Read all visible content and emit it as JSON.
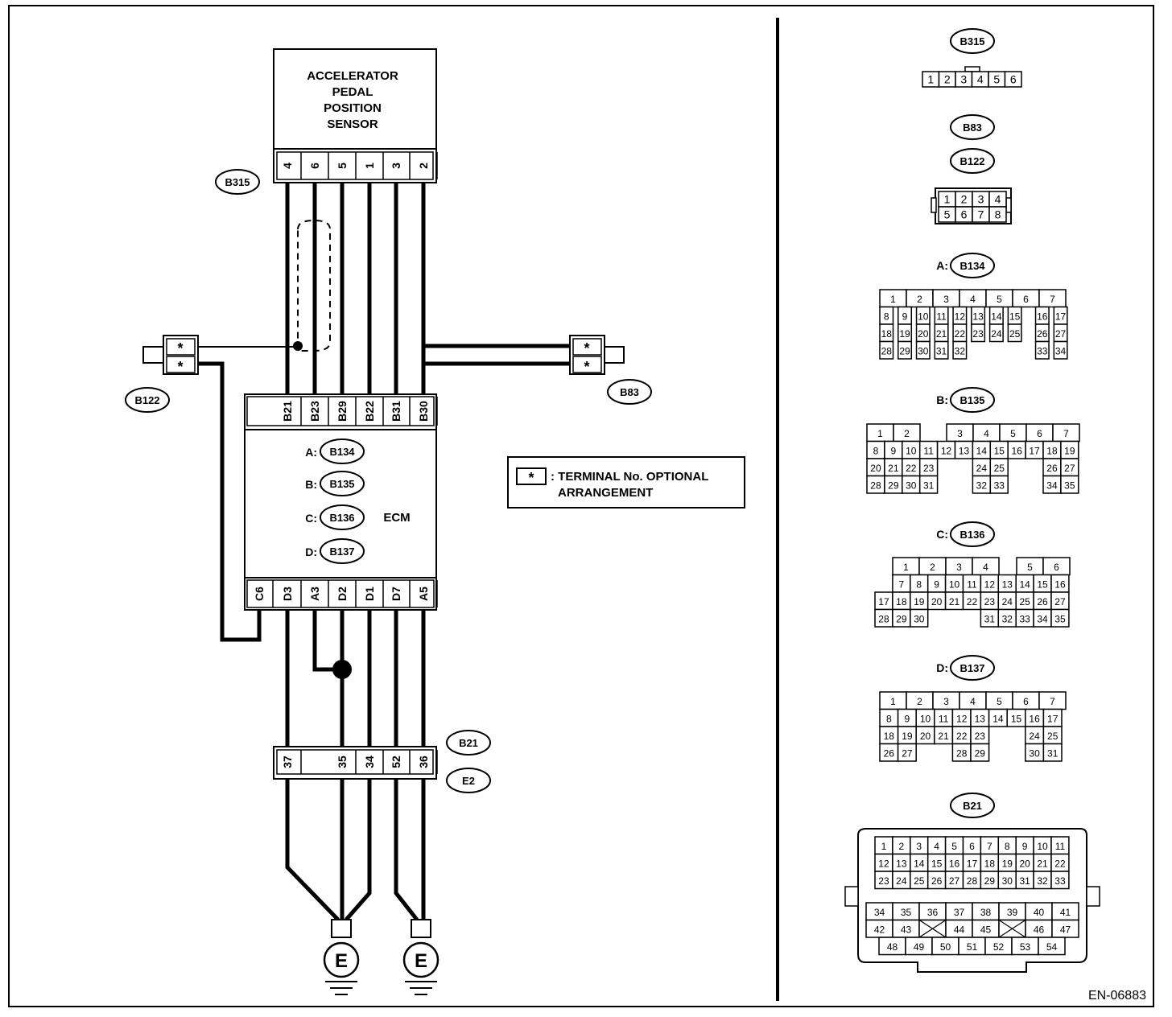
{
  "sensor": {
    "lines": [
      "ACCELERATOR",
      "PEDAL",
      "POSITION",
      "SENSOR"
    ],
    "pins": [
      "4",
      "6",
      "5",
      "1",
      "3",
      "2"
    ]
  },
  "connectors": {
    "b315": "B315",
    "b122": "B122",
    "b83": "B83",
    "b21": "B21",
    "e2": "E2"
  },
  "optional_symbol": "*",
  "ecm": {
    "label": "ECM",
    "top_pins": [
      "B21",
      "B23",
      "B29",
      "B22",
      "B31",
      "B30"
    ],
    "bottom_pins": [
      "C6",
      "D3",
      "A3",
      "D2",
      "D1",
      "D7",
      "A5"
    ],
    "connectors": [
      {
        "prefix": "A:",
        "name": "B134"
      },
      {
        "prefix": "B:",
        "name": "B135"
      },
      {
        "prefix": "C:",
        "name": "B136"
      },
      {
        "prefix": "D:",
        "name": "B137"
      }
    ]
  },
  "joint": {
    "pins": [
      "37",
      "35",
      "34",
      "52",
      "36"
    ]
  },
  "ground": {
    "label": "E"
  },
  "legend": {
    "symbol": "*",
    "line1": ": TERMINAL No. OPTIONAL",
    "line2": "ARRANGEMENT"
  },
  "panel": {
    "b315": {
      "label": "B315",
      "pins": [
        "1",
        "2",
        "3",
        "4",
        "5",
        "6"
      ]
    },
    "b83_b122": {
      "labels": [
        "B83",
        "B122"
      ],
      "rows": [
        [
          "1",
          "2",
          "3",
          "4"
        ],
        [
          "5",
          "6",
          "7",
          "8"
        ]
      ]
    },
    "a": {
      "prefix": "A:",
      "name": "B134"
    },
    "b": {
      "prefix": "B:",
      "name": "B135"
    },
    "c": {
      "prefix": "C:",
      "name": "B136"
    },
    "d": {
      "prefix": "D:",
      "name": "B137"
    },
    "b21": {
      "label": "B21"
    }
  },
  "figure_id": "EN-06883"
}
